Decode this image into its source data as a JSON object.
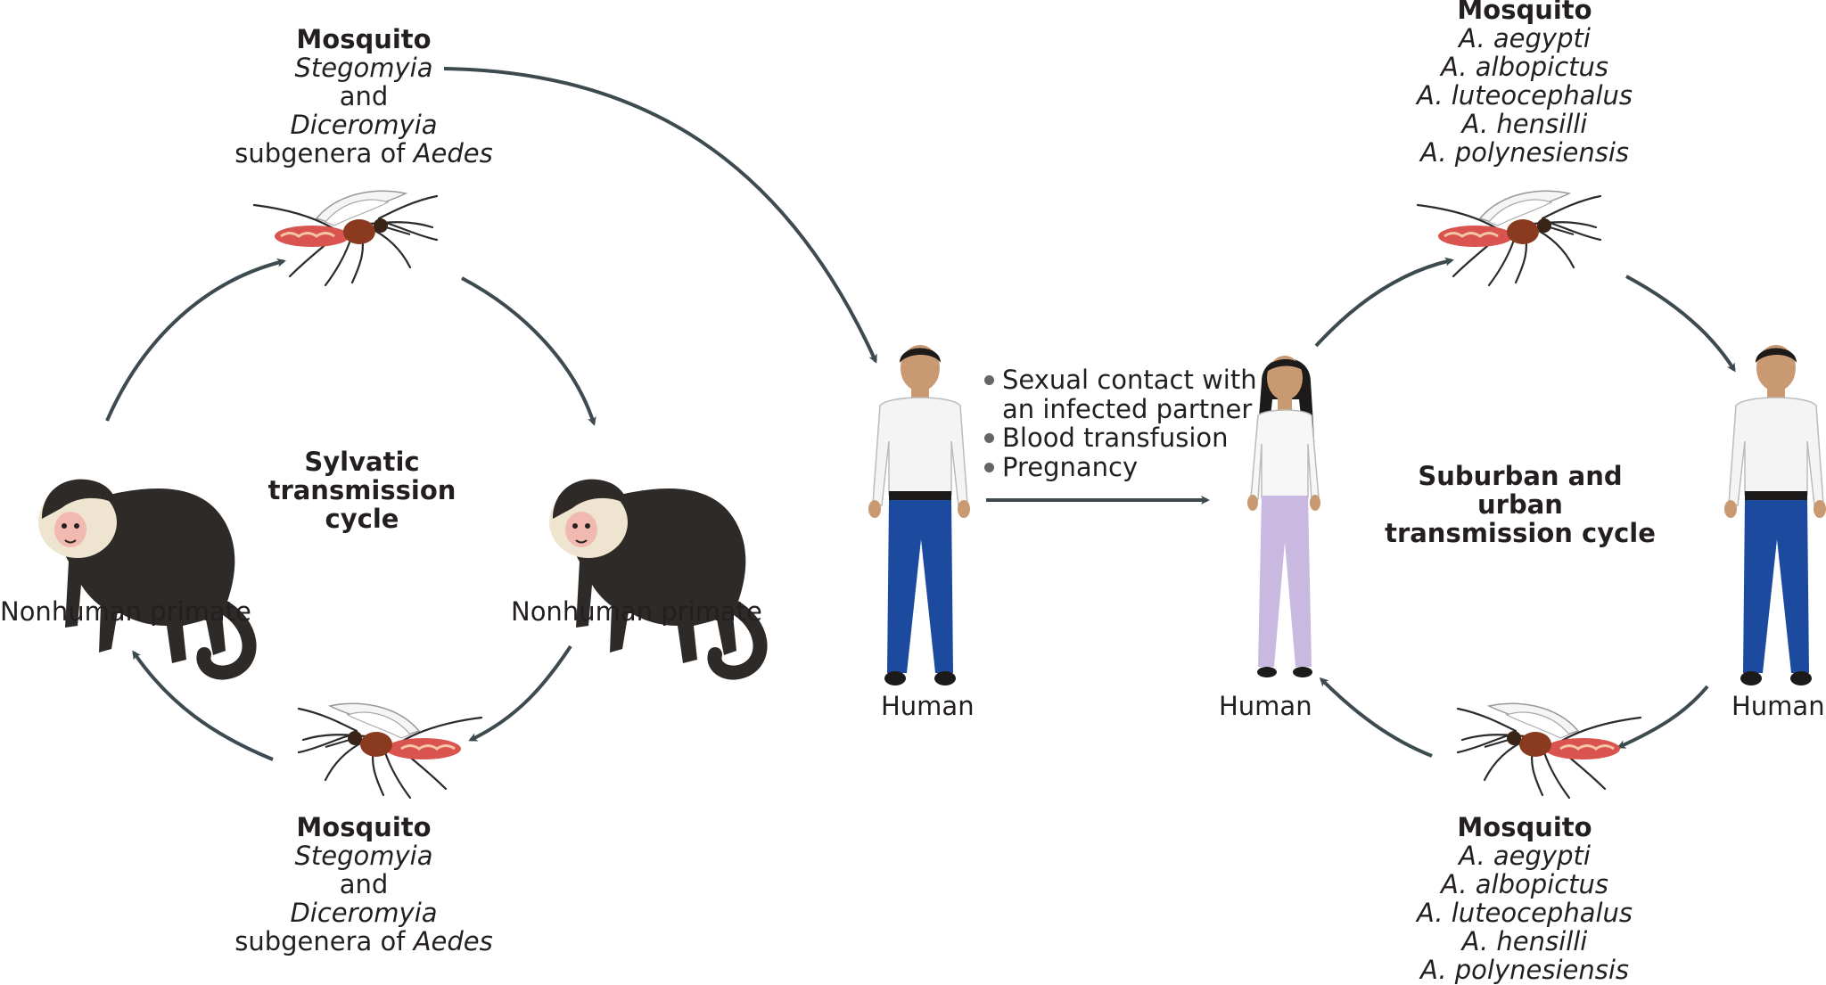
{
  "sylvatic": {
    "title_line1": "Sylvatic",
    "title_line2": "transmission",
    "title_line3": "cycle",
    "top_mosquito": {
      "heading": "Mosquito",
      "line1": "Stegomyia",
      "line2": "and",
      "line3": "Diceromyia",
      "line4_text": "subgenera of ",
      "line4_genus": "Aedes"
    },
    "bottom_mosquito": {
      "heading": "Mosquito",
      "line1": "Stegomyia",
      "line2": "and",
      "line3": "Diceromyia",
      "line4_text": "subgenera of ",
      "line4_genus": "Aedes"
    },
    "left_host": "Nonhuman primate",
    "right_host": "Nonhuman primate"
  },
  "urban": {
    "title_line1": "Suburban and urban",
    "title_line2": "transmission cycle",
    "top_mosquito": {
      "heading": "Mosquito",
      "species": [
        "A. aegypti",
        "A. albopictus",
        "A. luteocephalus",
        "A. hensilli",
        "A. polynesiensis"
      ]
    },
    "bottom_mosquito": {
      "heading": "Mosquito",
      "species": [
        "A. aegypti",
        "A. albopictus",
        "A. luteocephalus",
        "A. hensilli",
        "A. polynesiensis"
      ]
    },
    "right_host": "Human"
  },
  "center": {
    "man_label": "Human",
    "woman_label": "Human",
    "routes": {
      "line1": "Sexual contact with",
      "line2": "an infected partner",
      "line3": "Blood transfusion",
      "line4": "Pregnancy"
    }
  },
  "colors": {
    "arrow": "#3d4a50",
    "monkey_body": "#2e2a28",
    "monkey_face": "#eee4cf",
    "mosquito_body": "#8a3a1e",
    "mosquito_abdomen": "#d9534f",
    "shirt": "#f4f4f4",
    "jeans": "#1c4a9e",
    "woman_pants": "#c9b8e0",
    "skin": "#c99a72",
    "hair": "#1d1a1a"
  },
  "icons": [
    "monkey-icon",
    "mosquito-icon",
    "man-icon",
    "woman-icon",
    "arrow-icon"
  ]
}
